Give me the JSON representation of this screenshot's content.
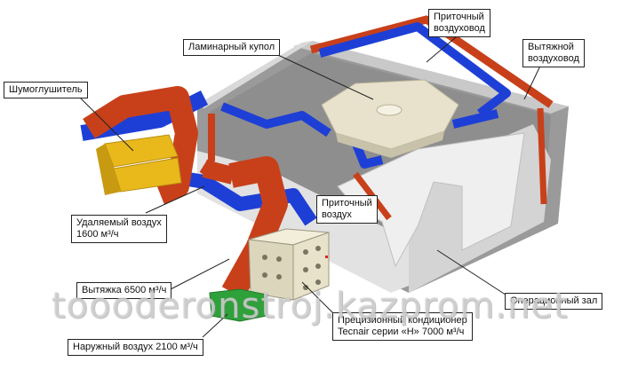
{
  "diagram": {
    "labels": {
      "supply_duct": [
        "Приточный",
        "воздуховод"
      ],
      "laminar_dome": "Ламинарный купол",
      "exhaust_duct": [
        "Вытяжной",
        "воздуховод"
      ],
      "silencer": "Шумоглушитель",
      "supply_air": [
        "Приточный",
        "воздух"
      ],
      "removed_air": [
        "Удаляемый воздух",
        "1600 м³/ч"
      ],
      "exhaust": "Вытяжка 6500 м³/ч",
      "conditioner": [
        "Прецизионный кондиционер",
        "Tecnair серии «Н» 7000 м³/ч"
      ],
      "operating_room": "Операционный зал",
      "outdoor_air": "Наружный воздух 2100 м³/ч"
    },
    "watermark": "toooderonstroj.kazprom.net",
    "colors": {
      "supply_duct": "#1e3fd6",
      "exhaust_duct": "#c8401a",
      "silencer": "#e9b91c",
      "wall": "#d8d8d8",
      "room_floor": "#8f8f8f",
      "dome": "#e8e2cc",
      "conditioner": "#e4e0cc",
      "outdoor_intake": "#2fa13a"
    }
  }
}
